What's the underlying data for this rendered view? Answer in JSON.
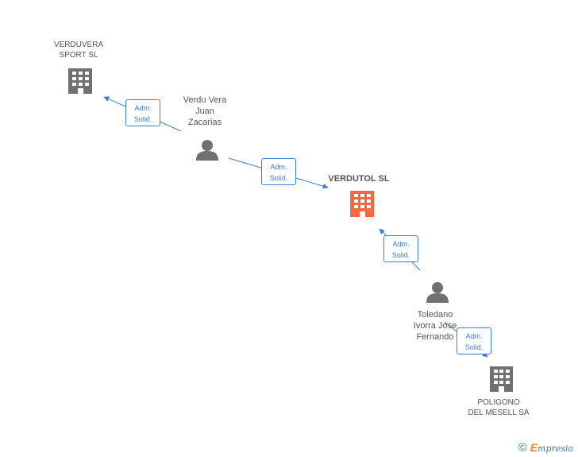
{
  "colors": {
    "edge": "#3b7fd4",
    "node_gray": "#707070",
    "node_highlight": "#f26a3d"
  },
  "nodes": {
    "verduvera": {
      "label": "VERDUVERA\nSPORT  SL",
      "icon": "building-icon"
    },
    "verdu_vera": {
      "label": "Verdu Vera\nJuan\nZacarias",
      "icon": "person-icon"
    },
    "verdutol": {
      "label": "VERDUTOL SL",
      "icon": "building-icon"
    },
    "toledano": {
      "label": "Toledano\nIvorra Jose\nFernando",
      "icon": "person-icon"
    },
    "poligono": {
      "label": "POLIGONO\nDEL MESELL SA",
      "icon": "building-icon"
    }
  },
  "edges": [
    {
      "from": "verdu_vera",
      "to": "verduvera",
      "label": "Adm.\nSolid."
    },
    {
      "from": "verdu_vera",
      "to": "verdutol",
      "label": "Adm.\nSolid."
    },
    {
      "from": "toledano",
      "to": "verdutol",
      "label": "Adm.\nSolid."
    },
    {
      "from": "toledano",
      "to": "poligono",
      "label": "Adm.\nSolid."
    }
  ],
  "footer": {
    "copyright": "©",
    "brand_first": "E",
    "brand_rest": "mpresia"
  }
}
